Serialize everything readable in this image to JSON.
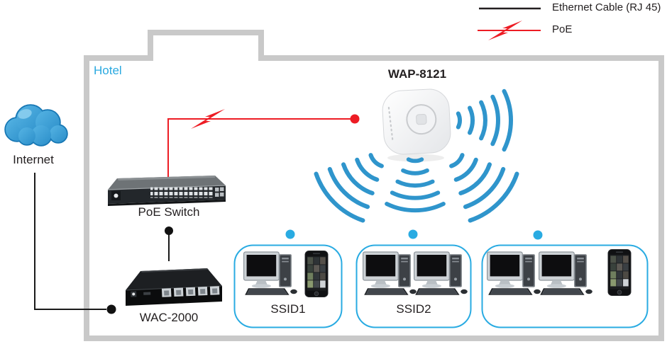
{
  "title": "WAP-8121 hotel wireless deployment diagram",
  "legend": {
    "items": [
      {
        "label": "Ethernet Cable (RJ 45)",
        "line_color": "#231f20",
        "style": "solid-line"
      },
      {
        "label": "PoE",
        "line_color": "#ed1c24",
        "style": "line-with-lightning-bolt"
      }
    ]
  },
  "building": {
    "label": "Hotel"
  },
  "nodes": {
    "internet": {
      "label": "Internet",
      "type": "cloud"
    },
    "poe_switch": {
      "label": "PoE Switch",
      "type": "rack-switch-24-port"
    },
    "wac": {
      "label": "WAC-2000",
      "type": "wireless-controller"
    },
    "ap": {
      "label": "WAP-8121",
      "type": "ceiling-access-point"
    }
  },
  "ssid_groups": [
    {
      "label": "SSID1",
      "devices": [
        "desktop-pc",
        "smartphone"
      ]
    },
    {
      "label": "SSID2",
      "devices": [
        "desktop-pc",
        "desktop-pc"
      ]
    },
    {
      "label": "",
      "devices": [
        "desktop-pc",
        "desktop-pc",
        "smartphone"
      ]
    }
  ],
  "connections": [
    {
      "from": "internet",
      "to": "wac",
      "type": "ethernet"
    },
    {
      "from": "wac",
      "to": "poe_switch",
      "type": "ethernet"
    },
    {
      "from": "poe_switch",
      "to": "ap",
      "type": "poe"
    }
  ],
  "colors": {
    "wifi_blue": "#2f95cc",
    "accent_blue": "#29abe2",
    "hotel_label_blue": "#2aa9e0",
    "poe_red": "#ed1c24",
    "ethernet_black": "#231f20",
    "wall_gray": "#c9c9c9",
    "cloud_blue": "#3b9fd8"
  }
}
